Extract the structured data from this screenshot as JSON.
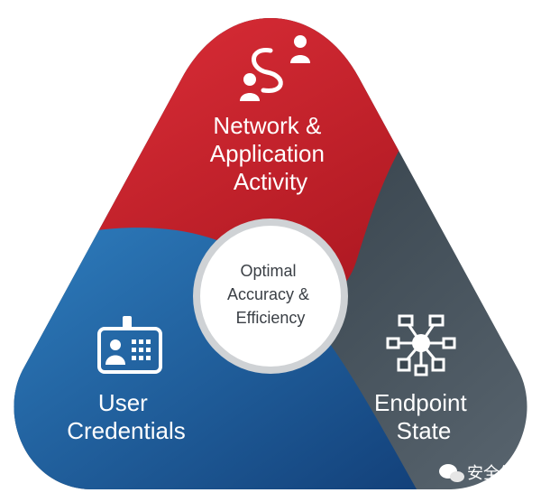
{
  "segments": {
    "top": {
      "label_lines": [
        "Network &",
        "Application",
        "Activity"
      ],
      "icon": "network-users-icon",
      "color": "#c8202b"
    },
    "left": {
      "label_lines": [
        "User",
        "Credentials"
      ],
      "icon": "id-badge-icon",
      "color": "#1f66a3"
    },
    "right": {
      "label_lines": [
        "Endpoint",
        "State"
      ],
      "icon": "endpoint-hub-icon",
      "color": "#3a464f"
    }
  },
  "center": {
    "lines": [
      "Optimal",
      "Accuracy &",
      "Efficiency"
    ]
  },
  "watermark": {
    "text": "安全牛",
    "icon": "wechat-icon"
  }
}
